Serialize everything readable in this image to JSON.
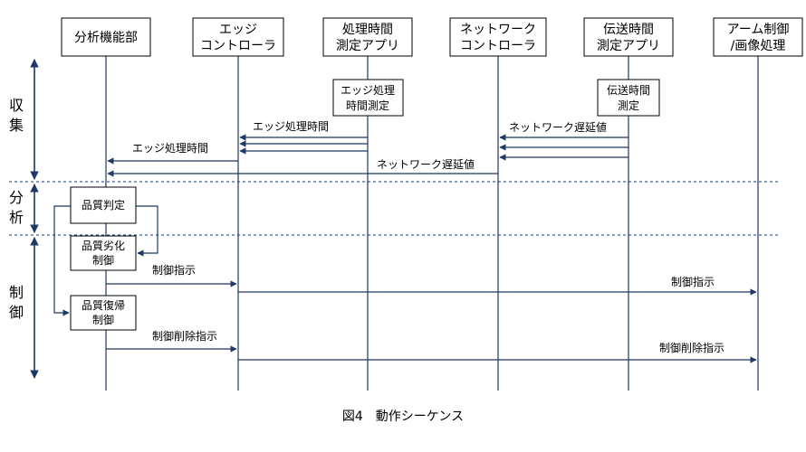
{
  "participants": [
    {
      "id": "analysis",
      "lines": [
        "分析機能部"
      ]
    },
    {
      "id": "edge",
      "lines": [
        "エッジ",
        "コントローラ"
      ]
    },
    {
      "id": "proc_app",
      "lines": [
        "処理時間",
        "測定アプリ"
      ]
    },
    {
      "id": "net",
      "lines": [
        "ネットワーク",
        "コントローラ"
      ]
    },
    {
      "id": "trans_app",
      "lines": [
        "伝送時間",
        "測定アプリ"
      ]
    },
    {
      "id": "arm",
      "lines": [
        "アーム制御",
        "/画像処理"
      ]
    }
  ],
  "phases": [
    {
      "id": "collect",
      "chars": [
        "収",
        "集"
      ]
    },
    {
      "id": "analyze",
      "chars": [
        "分",
        "析"
      ]
    },
    {
      "id": "control",
      "chars": [
        "制",
        "御"
      ]
    }
  ],
  "activation_boxes": [
    {
      "id": "edge-proc-measure",
      "lines": [
        "エッジ処理",
        "時間測定"
      ]
    },
    {
      "id": "trans-measure",
      "lines": [
        "伝送時間",
        "測定"
      ]
    },
    {
      "id": "quality-judge",
      "lines": [
        "品質判定"
      ]
    },
    {
      "id": "quality-degrade",
      "lines": [
        "品質劣化",
        "制御"
      ]
    },
    {
      "id": "quality-restore",
      "lines": [
        "品質復帰",
        "制御"
      ]
    }
  ],
  "messages": {
    "edge_proc_time": "エッジ処理時間",
    "net_delay": "ネットワーク遅延値",
    "control_instruction": "制御指示",
    "control_delete_instruction": "制御削除指示"
  },
  "caption": "図4　動作シーケンス",
  "colors": {
    "line": "#1f3864",
    "box_border": "#000000",
    "divider": "#1f3864"
  }
}
